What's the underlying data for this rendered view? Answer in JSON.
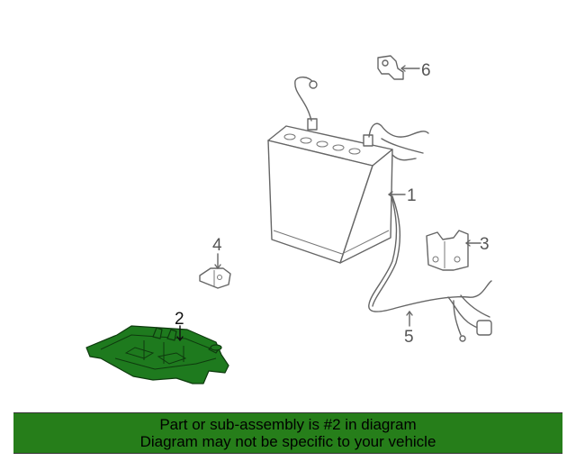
{
  "callouts": {
    "c1": "1",
    "c2": "2",
    "c3": "3",
    "c4": "4",
    "c5": "5",
    "c6": "6"
  },
  "highlighted_part": "2",
  "banner": {
    "line1": "Part or sub-assembly is #2 in diagram",
    "line2": "Diagram may not be specific to your vehicle"
  },
  "colors": {
    "highlight": "#1e7a1e",
    "banner": "#267e1a",
    "linework": "#666666"
  }
}
